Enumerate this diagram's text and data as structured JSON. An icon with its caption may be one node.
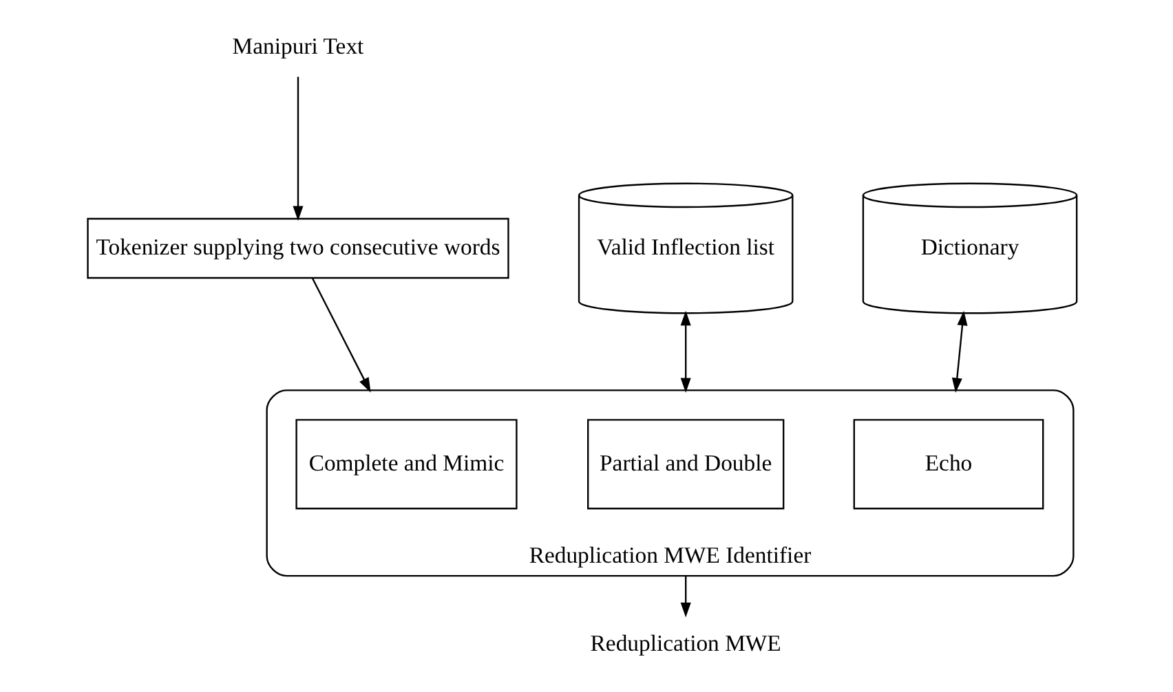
{
  "diagram": {
    "nodes": [
      {
        "text": [
          "Manipuri Text"
        ]
      },
      {
        "text": [
          "Tokenizer supplying two consecutive words"
        ]
      },
      {
        "text": [
          "Valid Inflection list"
        ]
      },
      {
        "text": [
          "Dictionary"
        ]
      },
      {
        "text": [
          "Reduplication MWE Identifier"
        ]
      },
      {
        "text": [
          "Complete and Mimic"
        ],
        "in": 4
      },
      {
        "text": [
          "Partial and Double"
        ],
        "in": 4
      },
      {
        "text": [
          "Echo"
        ],
        "in": 4
      },
      {
        "text": [
          "Reduplication MWE"
        ]
      }
    ],
    "edges": [
      {
        "from": 0,
        "to": 1,
        "arrow": "to"
      },
      {
        "from": 1,
        "to": 4,
        "arrow": "to"
      },
      {
        "from": 2,
        "to": 4,
        "arrow": "both"
      },
      {
        "from": 3,
        "to": 4,
        "arrow": "both"
      },
      {
        "from": 4,
        "to": 8,
        "arrow": "to"
      }
    ]
  }
}
